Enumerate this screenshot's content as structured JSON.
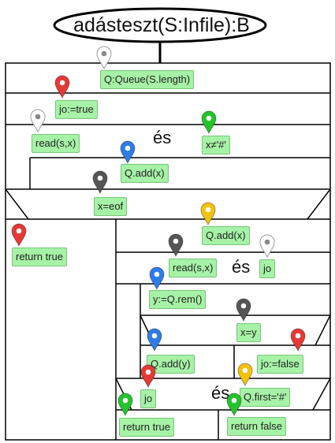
{
  "title": "adásteszt(S:Infile):B",
  "labels": {
    "queue_decl": "Q:Queue(S.length)",
    "jo_true": "jo:=true",
    "read1": "read(s,x)",
    "es1": "és",
    "cond_not_hash": "x≠'#'",
    "q_add_x": "Q.add(x)",
    "x_eof": "x=eof",
    "return_true_left": "return true",
    "q_add_x2": "Q.add(x)",
    "read2": "read(s,x)",
    "es2": "és",
    "jo_cond": "jo",
    "y_qrem": "y:=Q.rem()",
    "x_eq_y": "x=y",
    "q_add_y": "Q.add(y)",
    "jo_false": "jo:=false",
    "jo2": "jo",
    "es3": "és",
    "q_first": "Q.first='#'",
    "return_true_bottom": "return true",
    "return_false": "return false"
  },
  "colors": {
    "label_fill": "#a6f2a6",
    "label_border": "#7ac47a",
    "pin_red": "#e53935",
    "pin_green": "#22c42a",
    "pin_blue": "#2f7be8",
    "pin_yellow": "#f4c20d",
    "pin_gray": "#555555",
    "pin_white": "#ffffff"
  },
  "pins": [
    "white",
    "red",
    "white",
    "green",
    "blue",
    "gray",
    "yellow",
    "red",
    "gray",
    "white",
    "blue",
    "gray",
    "blue",
    "red",
    "red",
    "yellow",
    "green",
    "green"
  ]
}
